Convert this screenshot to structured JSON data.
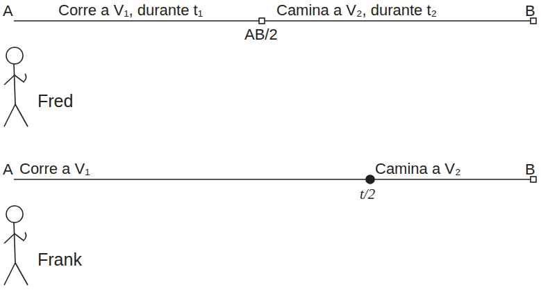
{
  "diagram": {
    "labels": [
      "A",
      "Corre a V₁, durante t₁",
      "AB/2",
      "Camina a V₂, durante t₂",
      "B",
      "Fred",
      "A",
      "Corre a V₁",
      "Camina a V₂",
      "t/2",
      "B",
      "Frank"
    ]
  }
}
